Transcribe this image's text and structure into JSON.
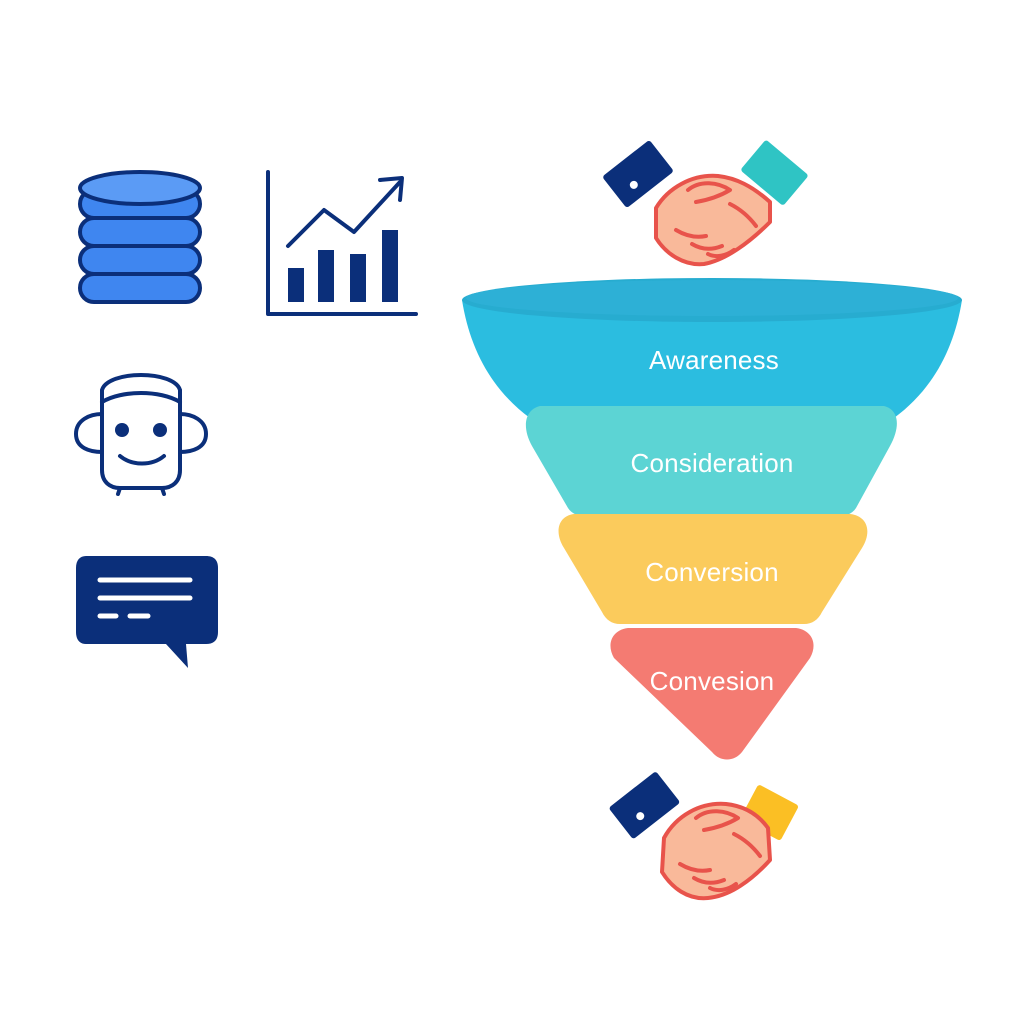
{
  "icons": {
    "database": "database-icon",
    "growth_chart": "growth-chart-icon",
    "robot": "robot-icon",
    "chat": "chat-bubble-icon",
    "handshake_top": "handshake-icon",
    "handshake_bottom": "handshake-icon"
  },
  "funnel": {
    "stages": [
      {
        "label": "Awareness",
        "color": "#2bbde0"
      },
      {
        "label": "Consideration",
        "color": "#5cd4d4"
      },
      {
        "label": "Conversion",
        "color": "#fbcb5c"
      },
      {
        "label": "Convesion",
        "color": "#f47b72"
      }
    ]
  },
  "colors": {
    "navy": "#0b2f7a",
    "database_blue": "#3f86f0",
    "skin": "#f9b99a",
    "hand_outline": "#e8534b",
    "teal_cuff": "#2fc4c4",
    "yellow_cuff": "#fbbf24"
  }
}
